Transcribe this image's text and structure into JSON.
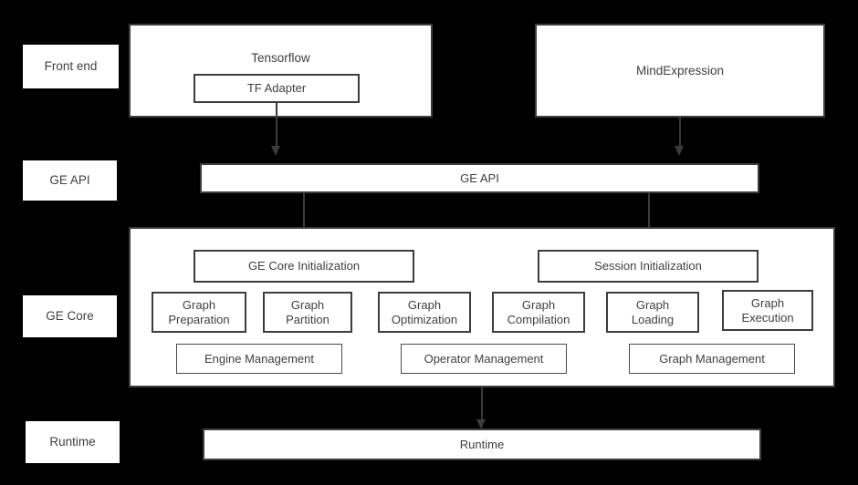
{
  "diagram": {
    "title": "GE architecture layer diagram",
    "background_color": "#000000",
    "box_fill_color": "#ffffff",
    "stroke_color": "#3d3d3d",
    "text_color": "#3f3f3f"
  },
  "tiers": [
    {
      "label": "Front end"
    },
    {
      "label": "GE API"
    },
    {
      "label": "GE Core"
    },
    {
      "label": "Runtime"
    }
  ],
  "frontend": {
    "tensorflow": {
      "title": "Tensorflow",
      "adapter": "TF Adapter"
    },
    "mindexpression": {
      "title": "MindExpression"
    }
  },
  "ge_api": {
    "bar_label": "GE API"
  },
  "ge_core": {
    "initializers": [
      {
        "label": "GE Core Initialization"
      },
      {
        "label": "Session Initialization"
      }
    ],
    "modules": [
      {
        "label": "Graph\nPreparation"
      },
      {
        "label": "Graph\nPartition"
      },
      {
        "label": "Graph\nOptimization"
      },
      {
        "label": "Graph\nCompilation"
      },
      {
        "label": "Graph\nLoading"
      },
      {
        "label": "Graph\nExecution"
      }
    ],
    "managers": [
      {
        "label": "Engine Management"
      },
      {
        "label": "Operator Management"
      },
      {
        "label": "Graph Management"
      }
    ]
  },
  "runtime": {
    "bar_label": "Runtime"
  }
}
